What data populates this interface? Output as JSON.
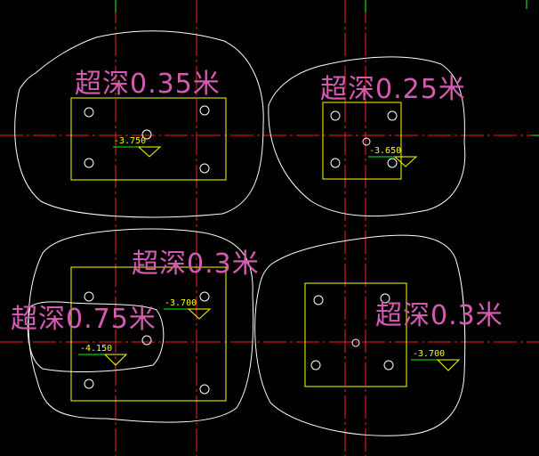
{
  "annotations": {
    "a1": "超深0.35米",
    "a2": "超深0.25米",
    "a3": "超深0.3米",
    "a4": "超深0.75米",
    "a5": "超深0.3米"
  },
  "elevations": {
    "e1": "-3.750",
    "e2": "-3.650",
    "e3": "-3.700",
    "e4": "-4.150",
    "e5": "-3.700"
  },
  "colors": {
    "background": "#000000",
    "axis_red": "#ff2020",
    "axis_green": "#20ff20",
    "pile_cap": "#ffff00",
    "contour": "#ffffff",
    "annotation": "#d45bb0",
    "elevation_text": "#ffff00",
    "elevation_underline": "#00ff00"
  }
}
